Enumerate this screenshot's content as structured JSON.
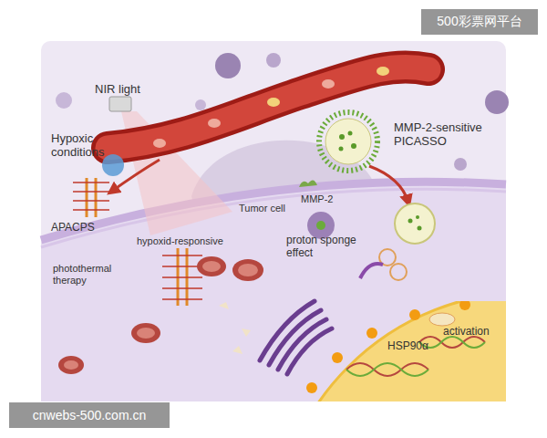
{
  "diagram": {
    "nodes": [
      {
        "text": [
          "500彩票网平台"
        ]
      },
      {
        "text": [
          "HSP90α",
          "activation"
        ]
      },
      {
        "text": [
          "cnwebs-500.com.cn"
        ]
      }
    ],
    "labels": [
      "NIR light",
      "Hypoxic conditions",
      "MMP-2-sensitive PICASSO",
      "Tumor cell",
      "MMP-2",
      "APACPS",
      "hypoxid-responsive",
      "proton sponge effect",
      "photothermal therapy"
    ]
  }
}
